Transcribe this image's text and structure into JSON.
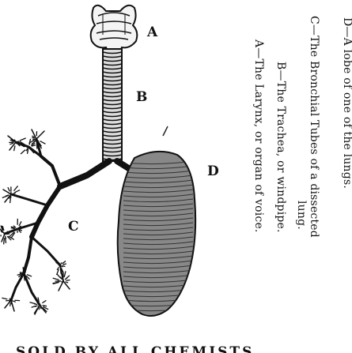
{
  "labels": {
    "a": "A",
    "b": "B",
    "c": "C",
    "d": "D"
  },
  "legend": [
    "D—A lobe of one of the lungs.",
    "C—The Bronchial Tubes of a dissected",
    "lung.",
    "B—The Trachea, or windpipe.",
    "A—The Larynx, or organ of voice."
  ],
  "footer": "SOLD BY ALL CHEMISTS",
  "colors": {
    "ink": "#111111",
    "paper": "#ffffff"
  }
}
